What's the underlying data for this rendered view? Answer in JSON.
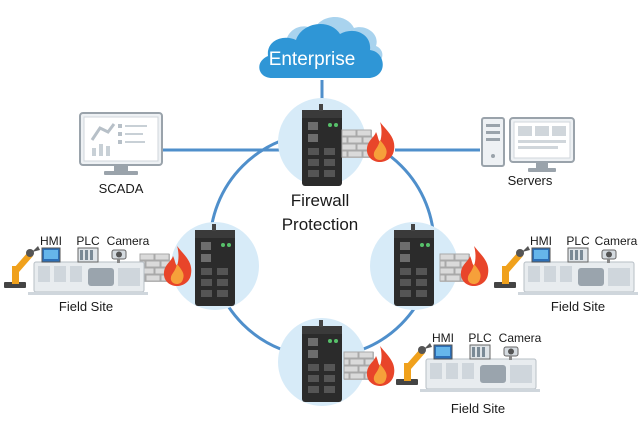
{
  "cloud": {
    "label": "Enterprise"
  },
  "center": {
    "line1": "Firewall",
    "line2": "Protection"
  },
  "scada": {
    "label": "SCADA"
  },
  "servers": {
    "label": "Servers"
  },
  "sites": [
    {
      "hmi": "HMI",
      "plc": "PLC",
      "camera": "Camera",
      "label": "Field Site"
    },
    {
      "hmi": "HMI",
      "plc": "PLC",
      "camera": "Camera",
      "label": "Field Site"
    },
    {
      "hmi": "HMI",
      "plc": "PLC",
      "camera": "Camera",
      "label": "Field Site"
    }
  ],
  "colors": {
    "cloud": "#2f96d6",
    "cloud_back": "#a9d3ee",
    "link": "#4f8fcb",
    "halo": "#d7ebf8",
    "device": "#2b2b2b",
    "flame": "#e8452a",
    "wall": "#c9c9c9"
  },
  "icons": [
    "cloud-icon",
    "firewall-device-icon",
    "brick-wall-icon",
    "flame-icon",
    "monitor-icon",
    "server-icon",
    "robot-arm-icon",
    "hmi-icon",
    "plc-icon",
    "camera-icon"
  ]
}
